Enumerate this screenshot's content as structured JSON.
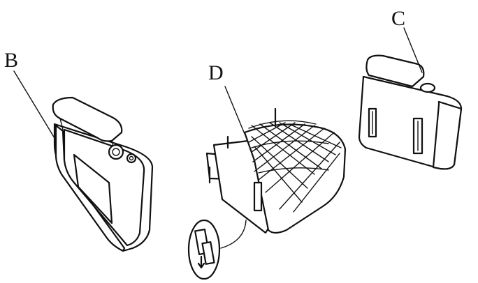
{
  "callouts": {
    "b": "B",
    "c": "C",
    "d": "D"
  },
  "colors": {
    "ink": "#111111",
    "paper": "#ffffff"
  }
}
